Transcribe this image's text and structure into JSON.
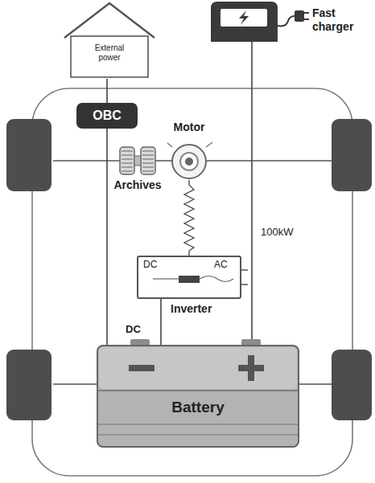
{
  "diagram": {
    "nodes": [
      {
        "text": [
          "External power"
        ]
      },
      {
        "text": [
          "Fast charger"
        ]
      },
      {
        "text": [
          "OBC"
        ]
      },
      {
        "text": [
          "Motor"
        ]
      },
      {
        "text": [
          "Archives"
        ]
      },
      {
        "text": [
          "DC",
          "AC",
          "Inverter"
        ]
      },
      {
        "text": [
          "Battery"
        ]
      }
    ],
    "edges": [
      {
        "from": 0,
        "to": 2,
        "arrow": "none"
      },
      {
        "from": 2,
        "to": 6,
        "arrow": "none"
      },
      {
        "from": 3,
        "to": 5,
        "arrow": "none"
      },
      {
        "from": 5,
        "to": 6,
        "arrow": "none"
      },
      {
        "from": 1,
        "to": 6,
        "label": "100kW",
        "arrow": "none"
      }
    ],
    "labels": [
      "DC"
    ]
  }
}
